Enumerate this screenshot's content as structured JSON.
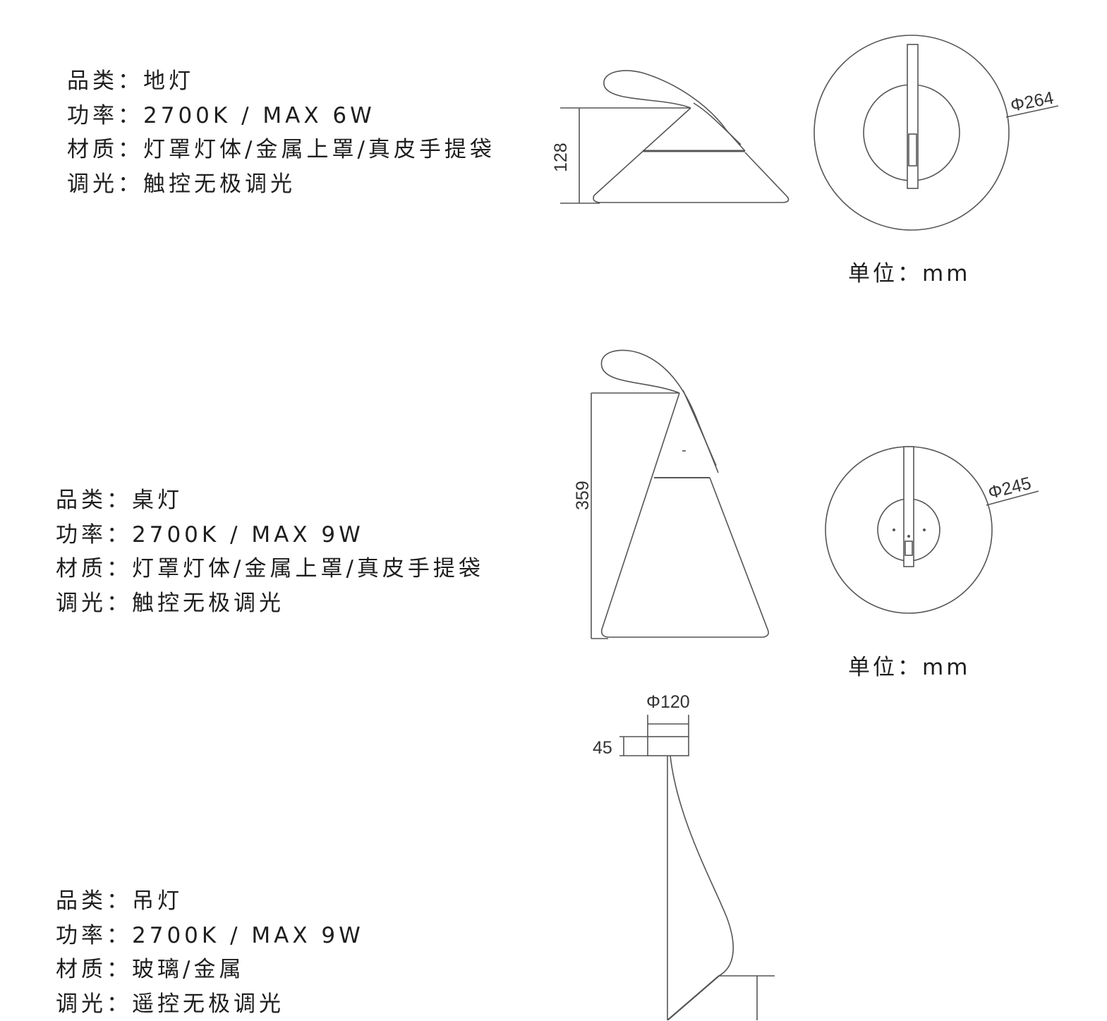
{
  "products": [
    {
      "specs": [
        {
          "key": "品类",
          "colon": "：",
          "value": "地灯"
        },
        {
          "key": "功率",
          "colon": "：",
          "value": "2700K / MAX 6W"
        },
        {
          "key": "材质",
          "colon": "：",
          "value": "灯罩灯体/金属上罩/真皮手提袋"
        },
        {
          "key": "调光",
          "colon": "：",
          "value": "触控无极调光"
        }
      ],
      "dimensions": {
        "height": "128",
        "diameter": "Φ264"
      },
      "unit": "单位：mm"
    },
    {
      "specs": [
        {
          "key": "品类",
          "colon": "：",
          "value": "桌灯"
        },
        {
          "key": "功率",
          "colon": "：",
          "value": "2700K / MAX 9W"
        },
        {
          "key": "材质",
          "colon": "：",
          "value": "灯罩灯体/金属上罩/真皮手提袋"
        },
        {
          "key": "调光",
          "colon": "：",
          "value": "触控无极调光"
        }
      ],
      "dimensions": {
        "height": "359",
        "diameter": "Φ245"
      },
      "unit": "单位：mm"
    },
    {
      "specs": [
        {
          "key": "品类",
          "colon": "：",
          "value": "吊灯"
        },
        {
          "key": "功率",
          "colon": "：",
          "value": "2700K / MAX 9W"
        },
        {
          "key": "材质",
          "colon": "：",
          "value": "玻璃/金属"
        },
        {
          "key": "调光",
          "colon": "：",
          "value": "遥控无极调光"
        }
      ],
      "dimensions": {
        "canopy_diameter": "Φ120",
        "canopy_height": "45"
      }
    }
  ],
  "colors": {
    "line": "#555555",
    "text": "#1e1e1e",
    "background": "#ffffff"
  }
}
